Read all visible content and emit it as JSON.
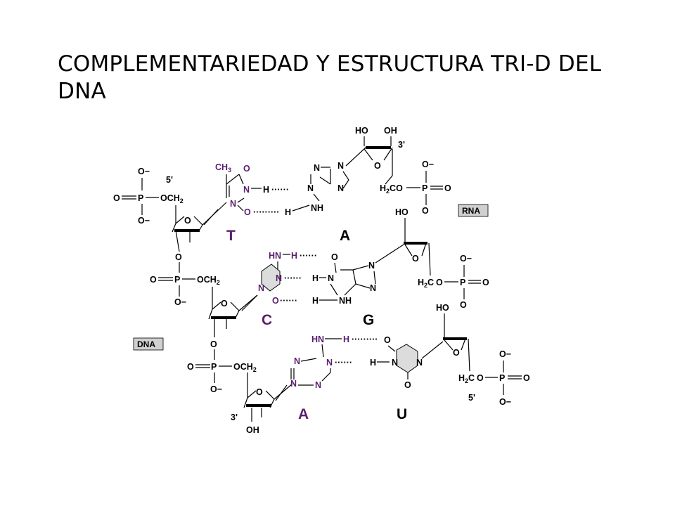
{
  "title": "COMPLEMENTARIEDAD Y ESTRUCTURA TRI-D DEL DNA",
  "labels": {
    "rna": "RNA",
    "dna": "DNA",
    "five_prime": "5'",
    "three_prime": "3'",
    "phosphate_p": "P",
    "oxygen": "O",
    "oxy_anion": "O−",
    "hydroxyl_left": "HO",
    "hydroxyl_right": "OH",
    "methylene": "OCH2",
    "methylene_rev": "H2CO",
    "methyl": "CH3",
    "nitrogen": "N",
    "amine": "NH",
    "amino": "HN",
    "hydrogen": "H",
    "dots_short": "······",
    "dots_long": "·········"
  },
  "base_pairs": [
    {
      "dna": "T",
      "rna": "A"
    },
    {
      "dna": "C",
      "rna": "G"
    },
    {
      "dna": "A",
      "rna": "U"
    }
  ],
  "colors": {
    "dna_base": "#5a1e6e",
    "label_box": "#d0d0d0"
  }
}
